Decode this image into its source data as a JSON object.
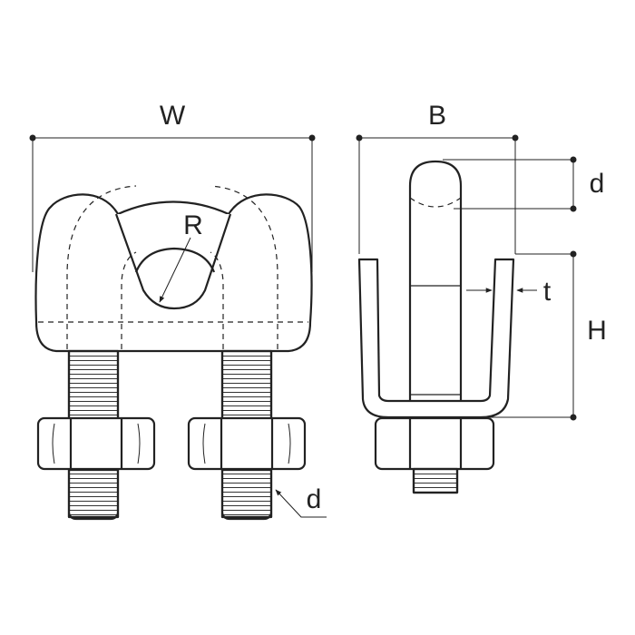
{
  "labels": {
    "width": "W",
    "radius": "R",
    "thread_diameter": "d",
    "body_width": "B",
    "pin_diameter": "d",
    "thickness": "t",
    "height": "H"
  },
  "colors": {
    "line": "#222222",
    "background": "#ffffff"
  }
}
